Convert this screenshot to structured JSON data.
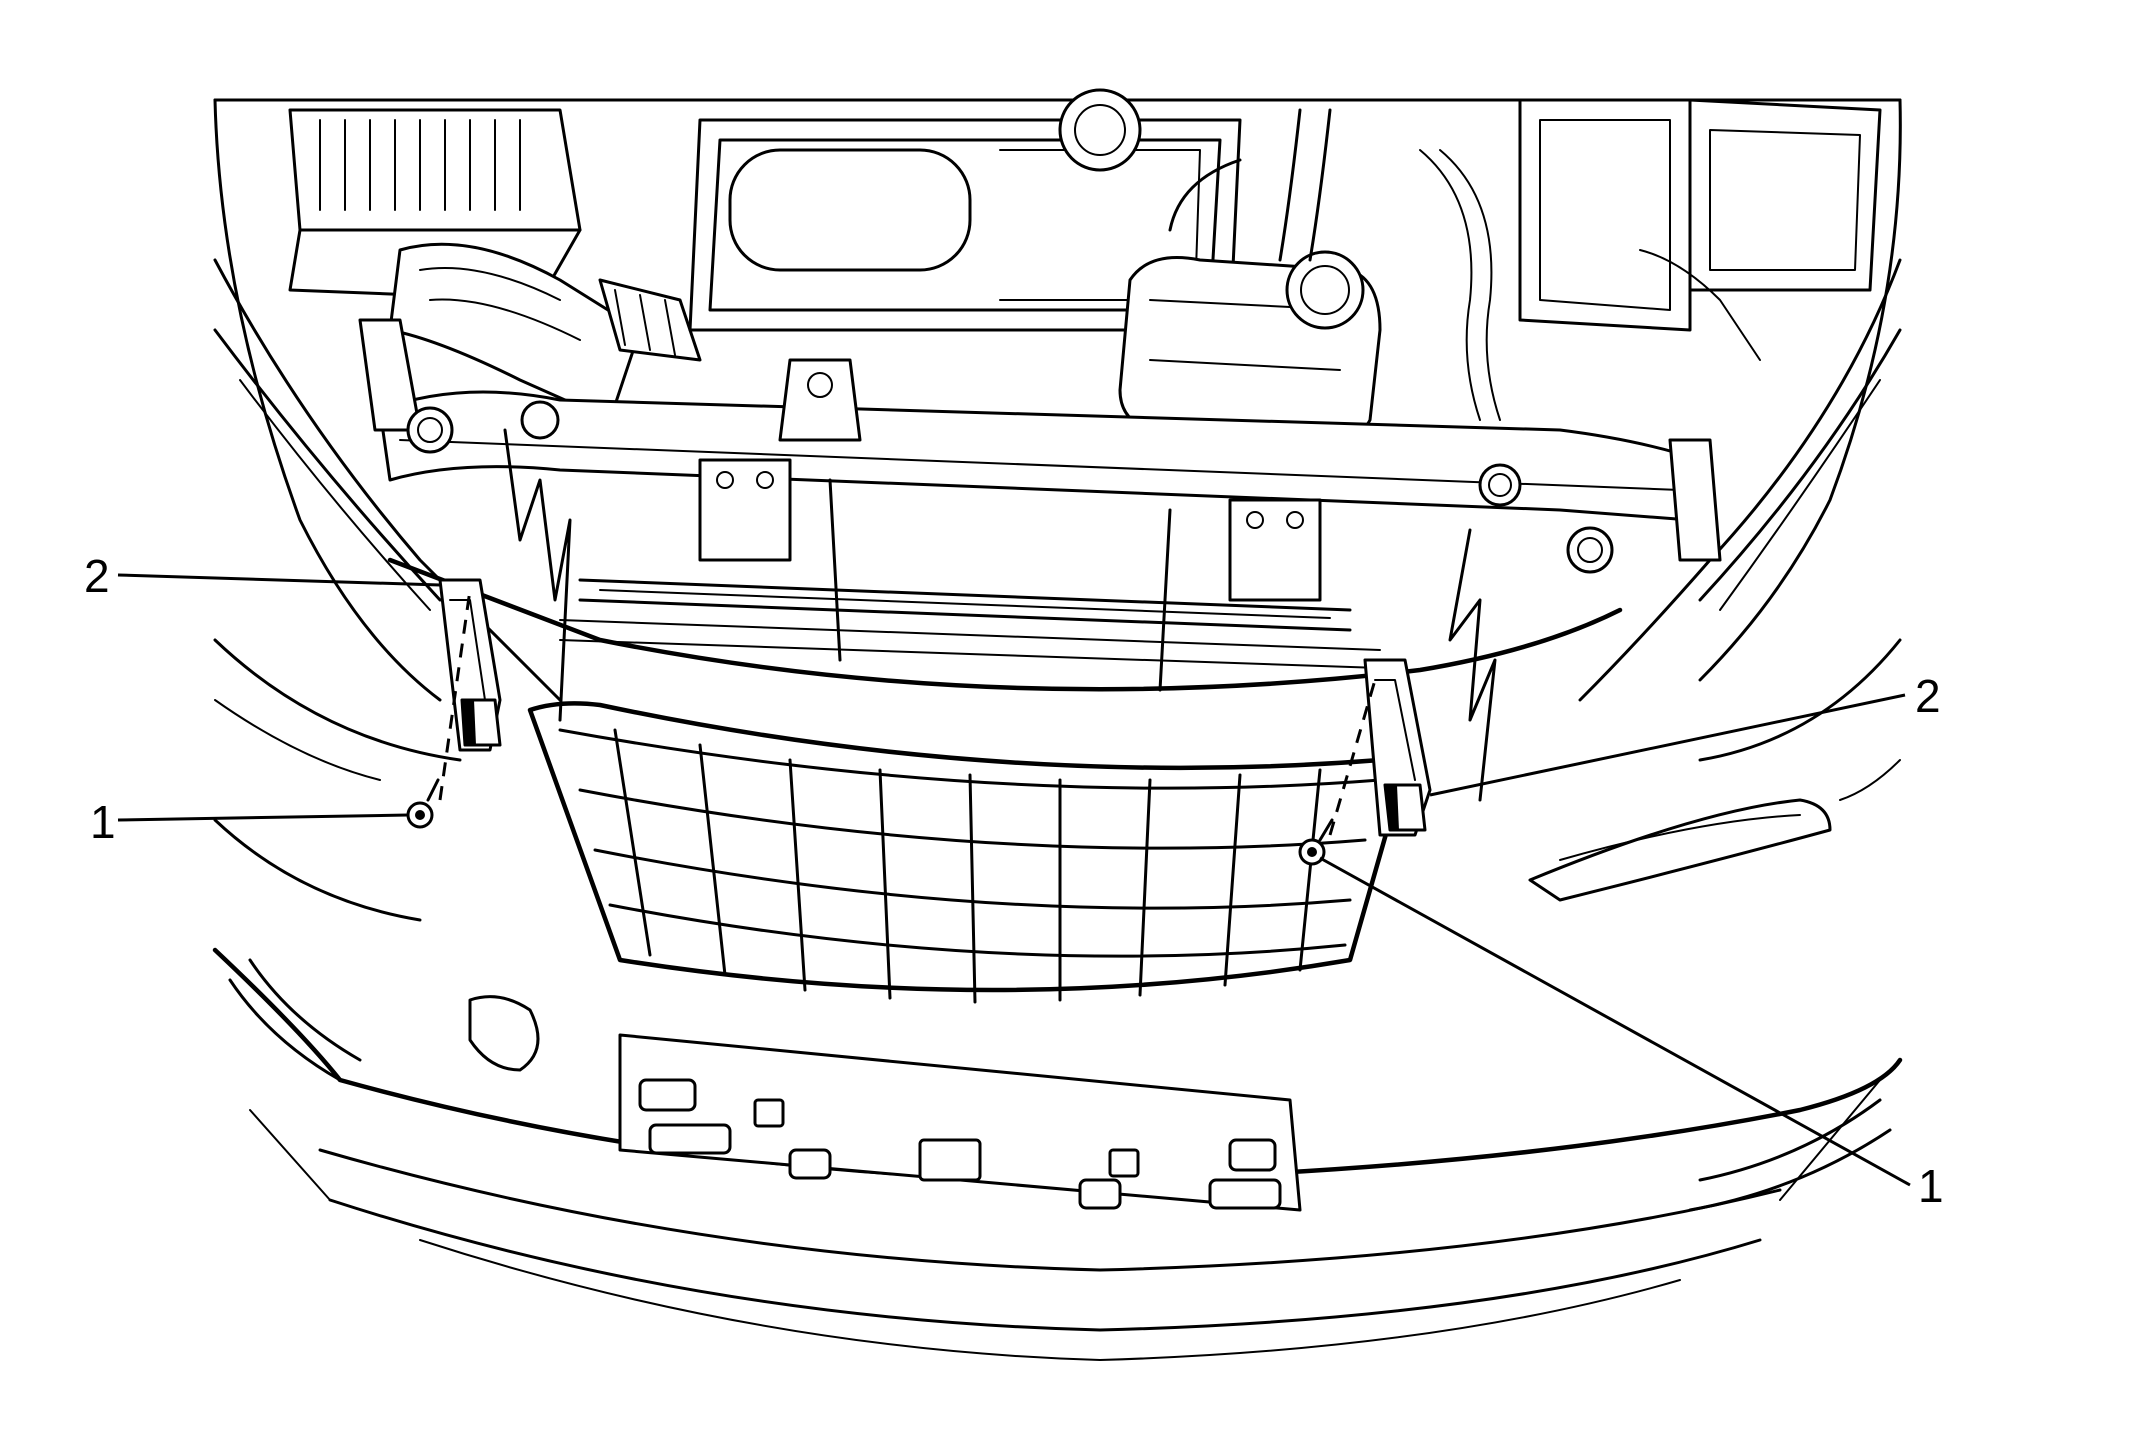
{
  "callouts": [
    {
      "id": "left-clip",
      "label": "2"
    },
    {
      "id": "left-bolt",
      "label": "1"
    },
    {
      "id": "right-clip",
      "label": "2"
    },
    {
      "id": "right-bolt",
      "label": "1"
    }
  ],
  "colors": {
    "line": "#000000",
    "background": "#ffffff"
  }
}
